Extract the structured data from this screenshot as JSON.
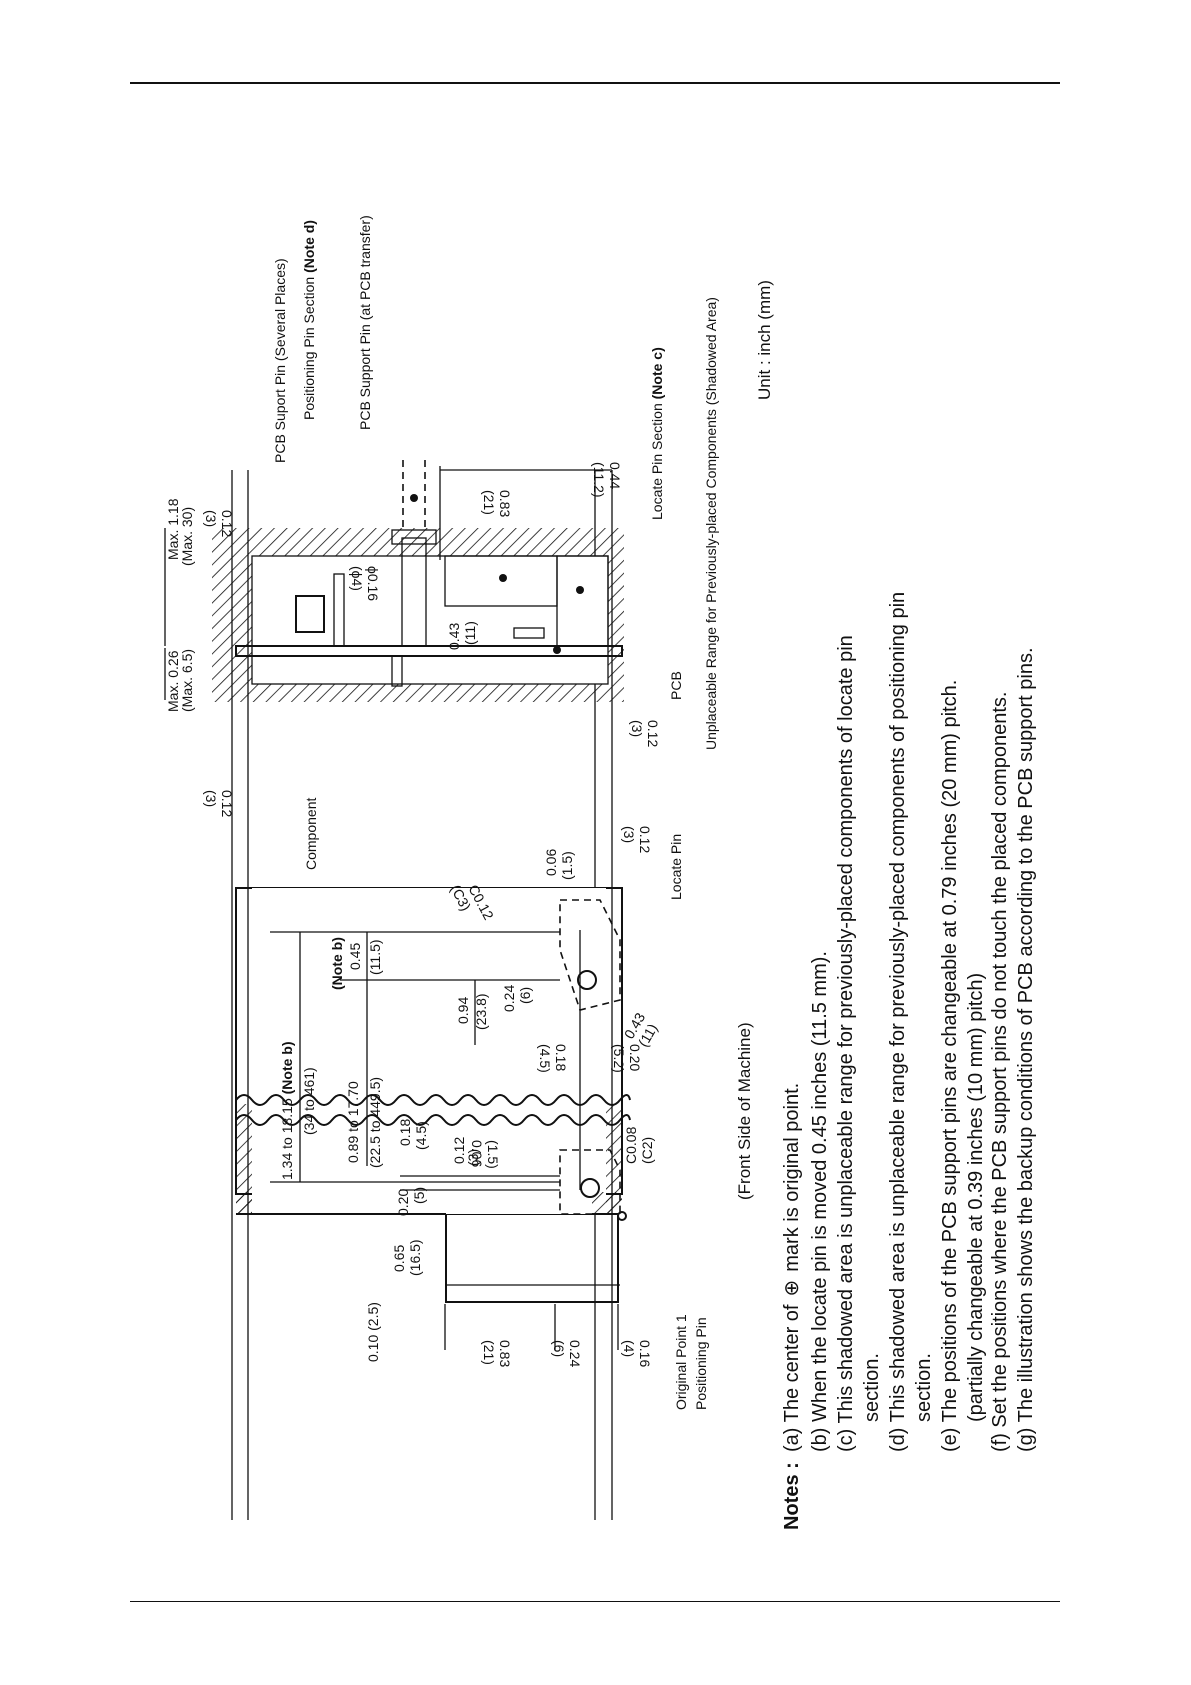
{
  "labels": {
    "pcb_support_pin_several": "PCB Suport Pin (Several Places)",
    "positioning_pin_section": "Positioning Pin Section ",
    "positioning_pin_section_note": "(Note d)",
    "pcb_support_pin_transfer": "PCB Support Pin (at PCB transfer)",
    "locate_pin_section": "Locate Pin Section ",
    "locate_pin_section_note": "(Note c)",
    "unplaceable_range": "Unplaceable Range for Previously-placed Components (Shadowed Area)",
    "pcb": "PCB",
    "component": "Component",
    "locate_pin": "Locate Pin",
    "original_point": "Original Point 1",
    "positioning_pin": "Positioning Pin",
    "front_side": "(Front Side of Machine)",
    "unit": "Unit : inch (mm)"
  },
  "dimensions": {
    "d_012_a": "0.12",
    "d_3_a": "(3)",
    "d_max118": "Max. 1.18",
    "d_max30": "(Max. 30)",
    "d_max026": "Max. 0.26",
    "d_max65": "(Max. 6.5)",
    "d_012_b": "0.12",
    "d_3_b": "(3)",
    "d_083_top": "0.83",
    "d_21_top": "(21)",
    "d_044": "0.44",
    "d_112": "(11.2)",
    "d_phi016": "ϕ0.16",
    "d_phi4": "(ϕ4)",
    "d_043_side": "0.43",
    "d_11_side": "(11)",
    "d_012_c": "0.12",
    "d_3_c": "(3)",
    "d_134": "1.34 to 18.15 ",
    "d_134_note": "(Note b)",
    "d_34_461": "(34 to 461)",
    "d_note_b2": "(Note b)",
    "d_089": "0.89 to 17.70",
    "d_225": "(22.5 to 449.5)",
    "d_045": "0.45",
    "d_115": "(11.5)",
    "d_006_top": "0.06",
    "d_15_top": "(1.5)",
    "d_012_d": "0.12",
    "d_3_d": "(3)",
    "d_c012": "C0.12",
    "d_c3": "(C3)",
    "d_094": "0.94",
    "d_238": "(23.8)",
    "d_024_mid": "0.24",
    "d_6_mid": "(6)",
    "d_043_diag": "0.43",
    "d_11_diag": "(11)",
    "d_018_side": "0.18",
    "d_45_side": "(4.5)",
    "d_020_side": "0.20",
    "d_52_side": "(5.2)",
    "d_018": "0.18",
    "d_45": "(4.5)",
    "d_012_e": "0.12",
    "d_3_e": "(3)",
    "d_006": "0.06",
    "d_15": "(1.5)",
    "d_c008": "C0.08",
    "d_c2": "(C2)",
    "d_020": "0.20",
    "d_5": "(5)",
    "d_065": "0.65",
    "d_165": "(16.5)",
    "d_010": "0.10 (2.5)",
    "d_083_bot": "0.83",
    "d_21_bot": "(21)",
    "d_024_bot": "0.24",
    "d_6_bot": "(6)",
    "d_016": "0.16",
    "d_4": "(4)"
  },
  "notes": {
    "heading": "Notes :",
    "a": "(a)  The center of",
    "a_tail": "mark is original point.",
    "b": "(b)  When the locate pin is moved 0.45 inches (11.5 mm).",
    "c1": "(c)  This shadowed area is unplaceable range for previously-placed components of locate pin",
    "c2": "section.",
    "d1": "(d)  This shadowed area is unplaceable range for previously-placed components of positioning pin",
    "d2": "section.",
    "e1": "(e)  The positions of the PCB support pins are changeable at 0.79 inches (20 mm) pitch.",
    "e2": "(partially changeable at 0.39 inches (10 mm) pitch)",
    "f": "(f)   Set the positions where the PCB support pins do not touch the placed components.",
    "g": "(g)  The illustration shows the backup conditions of PCB according to the PCB support pins."
  }
}
